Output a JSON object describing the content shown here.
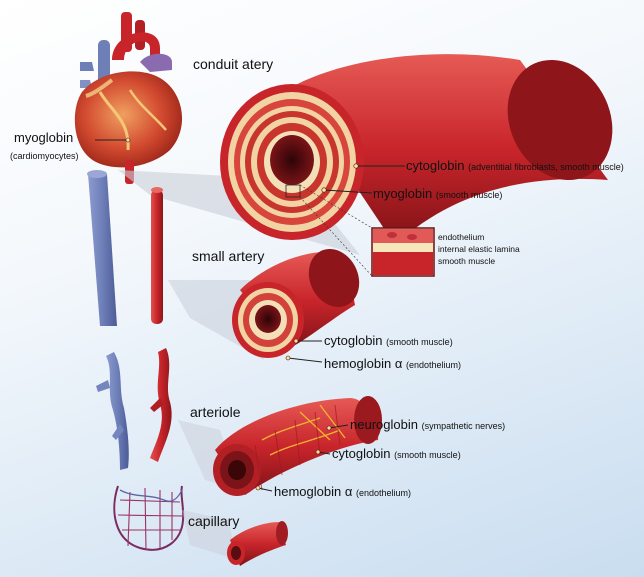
{
  "vessels": {
    "conduit_artery": "conduit atery",
    "small_artery": "small artery",
    "arteriole": "arteriole",
    "capillary": "capillary"
  },
  "heart_label": {
    "name": "myoglobin",
    "detail": "(cardiomyocytes)"
  },
  "conduit_labels": [
    {
      "name": "cytoglobin",
      "detail": "(adventitial fibroblasts, smooth muscle)"
    },
    {
      "name": "myoglobin",
      "detail": "(smooth muscle)"
    }
  ],
  "inset_layers": [
    "endothelium",
    "internal elastic lamina",
    "smooth muscle"
  ],
  "small_artery_labels": [
    {
      "name": "cytoglobin",
      "detail": "(smooth muscle)"
    },
    {
      "name": "hemoglobin α",
      "detail": "(endothelium)"
    }
  ],
  "arteriole_labels": [
    {
      "name": "neuroglobin",
      "detail": "(sympathetic nerves)"
    },
    {
      "name": "cytoglobin",
      "detail": "(smooth muscle)"
    },
    {
      "name": "hemoglobin α",
      "detail": "(endothelium)"
    }
  ],
  "colors": {
    "artery_red": "#c8252b",
    "artery_dark": "#8e1519",
    "vein_blue": "#6e7fb8",
    "fibrous_tan": "#f1d3a4",
    "lumen_dark": "#5a0d10",
    "background_blue": "#c9ddf0"
  }
}
